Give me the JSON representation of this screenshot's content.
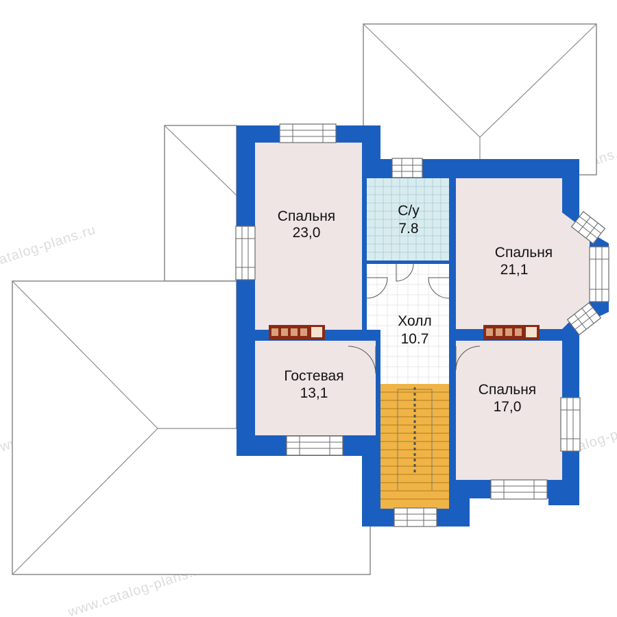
{
  "colors": {
    "wall": "#1a5fc0",
    "room_fill": "#efe5e5",
    "bathroom_fill": "#d8ecef",
    "hall_fill": "#ffffff",
    "stair_fill": "#f0b446",
    "roof_line": "#8a8a8a",
    "fireplace": "#8b2a14"
  },
  "rooms": [
    {
      "id": "bedroom-nw",
      "name": "Спальня",
      "area": "23,0"
    },
    {
      "id": "bathroom",
      "name": "С/у",
      "area": "7.8"
    },
    {
      "id": "bedroom-ne",
      "name": "Спальня",
      "area": "21,1"
    },
    {
      "id": "hall",
      "name": "Холл",
      "area": "10.7"
    },
    {
      "id": "guest",
      "name": "Гостевая",
      "area": "13,1"
    },
    {
      "id": "bedroom-se",
      "name": "Спальня",
      "area": "17,0"
    }
  ],
  "watermark": {
    "text": "www.catalog-plans.ru"
  }
}
